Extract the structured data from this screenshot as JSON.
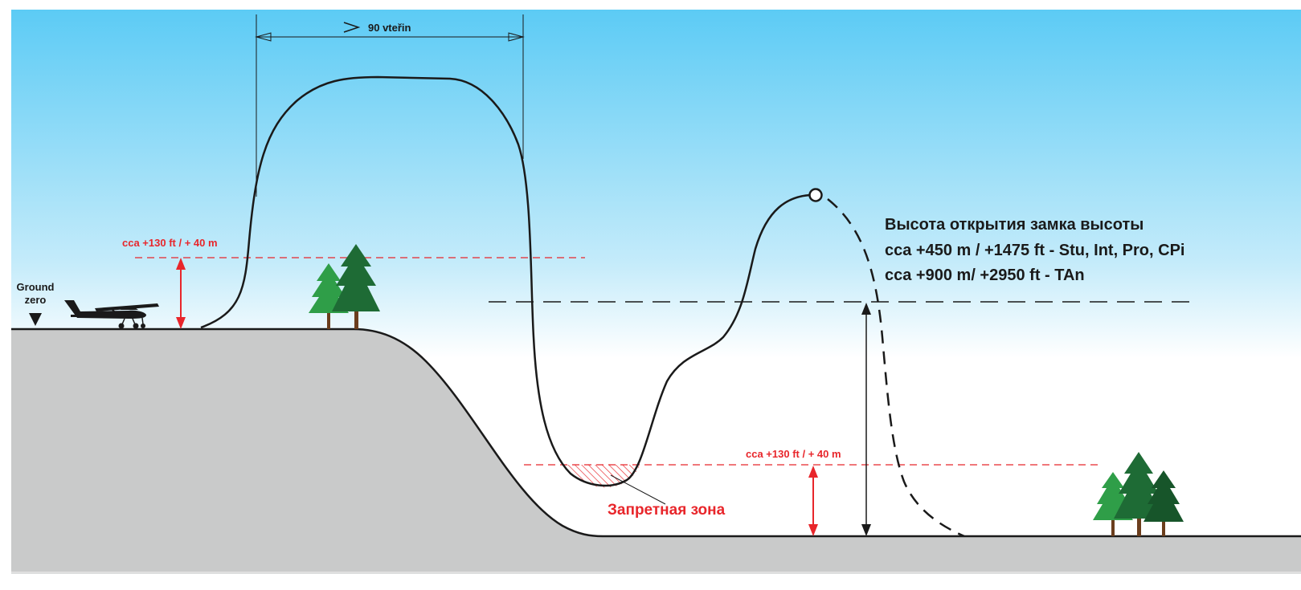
{
  "labels": {
    "duration": "90 vteřin",
    "ground_zero_line1": "Ground",
    "ground_zero_line2": "zero",
    "min_height_upper": "cca +130 ft / + 40 m",
    "min_height_lower": "cca +130 ft / + 40 m",
    "forbidden_zone": "Запретная зона",
    "altimeter_title": "Высота открытия замка высоты",
    "altimeter_line2": "cca +450 m / +1475 ft - Stu, Int, Pro, CPi",
    "altimeter_line3": "cca +900 m/ +2950 ft  - TAn"
  },
  "colors": {
    "sky_top": "#5ccbf5",
    "sky_bottom": "#ffffff",
    "terrain": "#c9caca",
    "path": "#1a1a1a",
    "warning_red": "#e8262b",
    "tree_dark": "#1e6b35",
    "tree_light": "#2f9e48",
    "trunk": "#6b3e1d"
  },
  "icons": {
    "aircraft": "airplane-icon",
    "ground_marker": "triangle-marker-icon",
    "trees": "pine-tree-icon",
    "release_point": "circle-marker-icon"
  }
}
